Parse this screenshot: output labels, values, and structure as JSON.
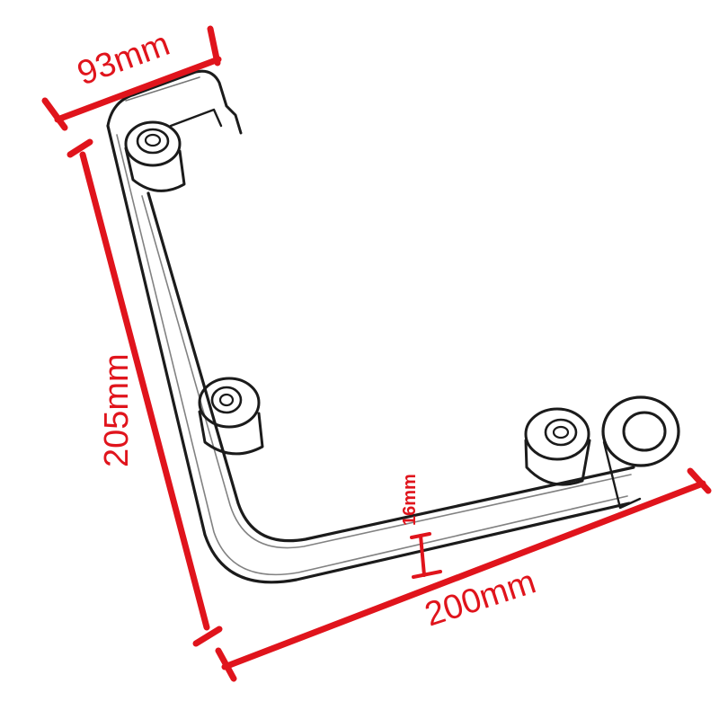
{
  "dimensions": {
    "top_width": "93mm",
    "left_height": "205mm",
    "bottom_length": "200mm",
    "tube_diameter": "16mm"
  },
  "colors": {
    "dimension": "#e0141c",
    "sketch": "#1b1b1b",
    "background": "#ffffff"
  }
}
